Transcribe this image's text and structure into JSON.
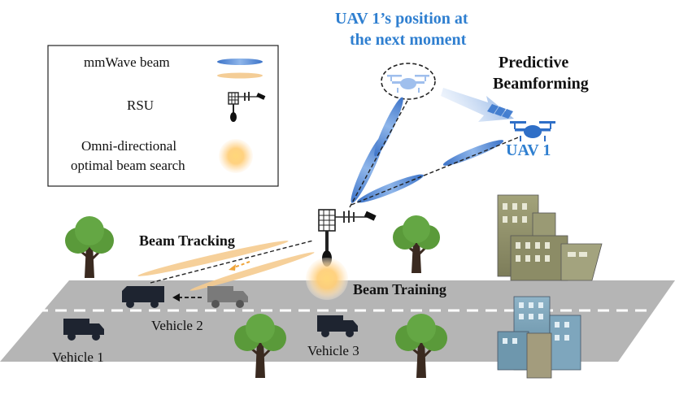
{
  "legend": {
    "mmwave_label": "mmWave beam",
    "rsu_label": "RSU",
    "omni_label_line1": "Omni-directional",
    "omni_label_line2": "optimal beam search"
  },
  "uav_next": {
    "line1": "UAV 1’s position at",
    "line2": "the next moment"
  },
  "predictive": {
    "line1": "Predictive",
    "line2": "Beamforming"
  },
  "uav1_label": "UAV 1",
  "beam_tracking_label": "Beam Tracking",
  "beam_training_label": "Beam Training",
  "vehicles": {
    "v1": "Vehicle 1",
    "v2": "Vehicle 2",
    "v3": "Vehicle 3"
  },
  "colors": {
    "blue_beam": "#5b8fd8",
    "orange_beam": "#f5c98a",
    "title_blue": "#2f7fd0",
    "tree_green": "#5a9a3a",
    "road_gray": "#b3b3b3",
    "vehicle": "#1e2430"
  }
}
